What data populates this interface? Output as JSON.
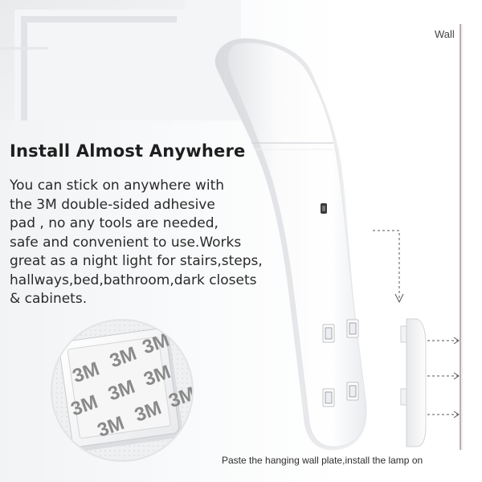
{
  "headline": "Install Almost Anywhere",
  "body_lines": [
    " You can stick on anywhere with",
    "the 3M double-sided adhesive",
    "pad , no any tools are needed,",
    "safe and convenient to use.Works",
    "great as a night light for stairs,steps,",
    "hallways,bed,bathroom,dark closets",
    "& cabinets."
  ],
  "wall_label": "Wall",
  "caption": "Paste the hanging wall plate,install the lamp on",
  "pad_logo": "3M",
  "colors": {
    "headline": "#1e1e1e",
    "body_text": "#2a2a2a",
    "pad_logo_gray": "#8a8a8a",
    "wall_line": "#9a8f8f",
    "arrow": "#555555"
  },
  "icons": [
    "usb-port-icon",
    "led-light-icon",
    "dashed-arrow-icon",
    "adhesive-pad-icon"
  ]
}
